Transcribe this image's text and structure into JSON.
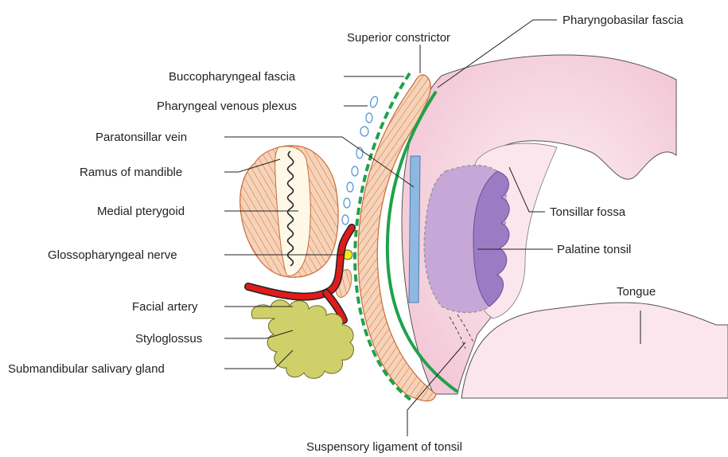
{
  "labels": {
    "superior_constrictor": "Superior constrictor",
    "pharyngobasilar_fascia": "Pharyngobasilar fascia",
    "buccopharyngeal_fascia": "Buccopharyngeal fascia",
    "pharyngeal_venous_plexus": "Pharyngeal venous plexus",
    "paratonsillar_vein": "Paratonsillar vein",
    "ramus_of_mandible": "Ramus of mandible",
    "medial_pterygoid": "Medial pterygoid",
    "glossopharyngeal_nerve": "Glossopharyngeal nerve",
    "facial_artery": "Facial artery",
    "styloglossus": "Styloglossus",
    "submandibular_gland": "Submandibular salivary gland",
    "tonsillar_fossa": "Tonsillar fossa",
    "palatine_tonsil": "Palatine tonsil",
    "tongue": "Tongue",
    "suspensory_ligament": "Suspensory ligament of tonsil"
  },
  "colors": {
    "fascia_green": "#1fa24a",
    "muscle_fill": "#f6d3b8",
    "muscle_stroke": "#c96a3a",
    "pharynx_pink": "#f7d9e4",
    "tonsil_purple": "#9b7cc4",
    "tonsil_light": "#c7a6d8",
    "vein_blue": "#8fb8e0",
    "artery_red": "#e01b1b",
    "gland_yellow": "#cfd06a",
    "nerve_yellow": "#f2ea18"
  }
}
